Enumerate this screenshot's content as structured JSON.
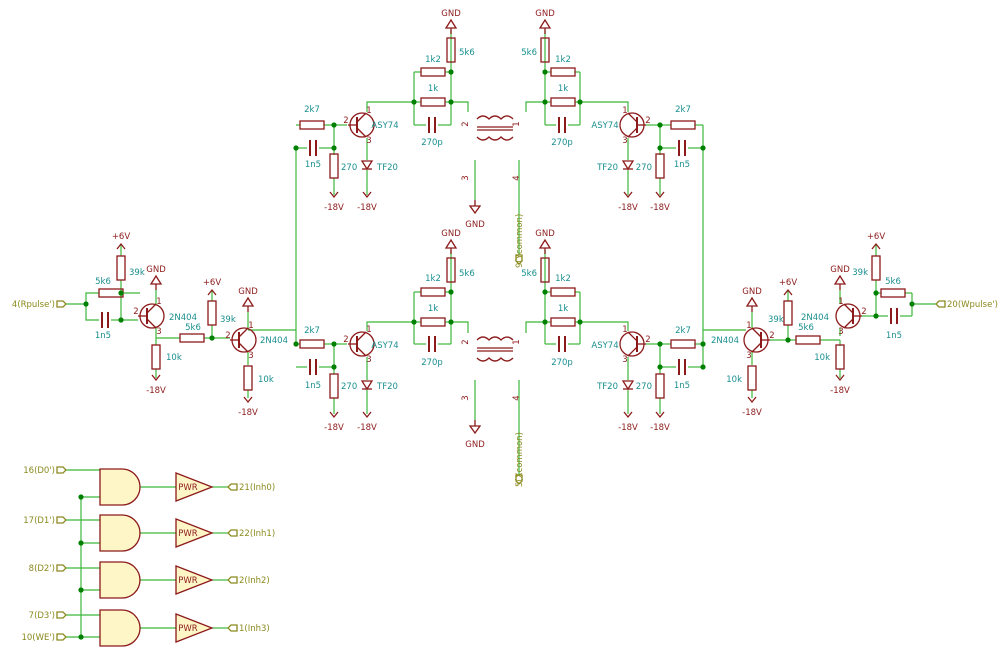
{
  "colors": {
    "wire": "#3cb83c",
    "component": "#8c1a1a",
    "component_fill": "#fff6c8",
    "value_text": "#1a8f8f",
    "port_text": "#8a8a1e",
    "junction": "#008000"
  },
  "labels": {
    "power": {
      "gnd": "GND",
      "plus6": "+6V",
      "minus18": "-18V"
    },
    "ports": {
      "rpulse": "4(Rpulse')",
      "wpulse": "20(Wpulse')",
      "ycommon": "9(Ycommon)",
      "xcommon": "5(Xcommon)",
      "d0": "16(D0')",
      "d1": "17(D1')",
      "d2": "8(D2')",
      "d3": "7(D3')",
      "we": "10(WE')",
      "inh0": "21(Inh0)",
      "inh1": "22(Inh1)",
      "inh2": "2(Inh2)",
      "inh3": "1(Inh3)"
    },
    "parts": {
      "r5k6": "5k6",
      "r39k": "39k",
      "r10k": "10k",
      "c1n5": "1n5",
      "q2n404": "2N404",
      "r2k7": "2k7",
      "r270": "270",
      "d_tf20": "TF20",
      "q_asy74": "ASY74",
      "r1k2": "1k2",
      "r1k": "1k",
      "c270p": "270p",
      "buf_pwr": "PWR"
    },
    "pins": {
      "p1": "1",
      "p2": "2",
      "p3": "3",
      "p4": "4"
    }
  }
}
